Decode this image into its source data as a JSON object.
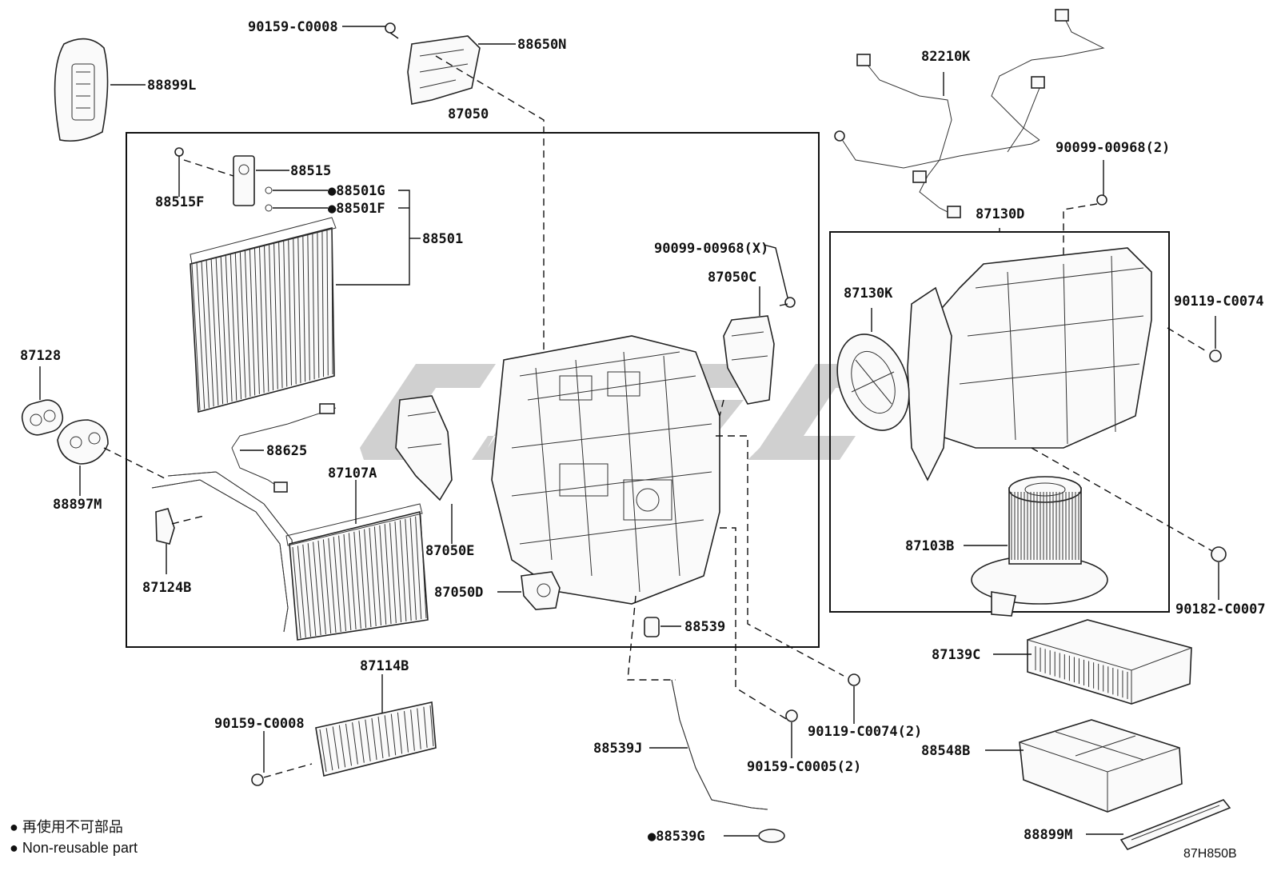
{
  "labels": {
    "p90159_C0008_top": "90159-C0008",
    "p88650N": "88650N",
    "p88899L": "88899L",
    "p87050": "87050",
    "p88515": "88515",
    "p88515F": "88515F",
    "p88501G": "●88501G",
    "p88501F": "●88501F",
    "p88501": "88501",
    "p82210K": "82210K",
    "p90099_00968_2": "90099-00968(2)",
    "p87130D": "87130D",
    "p90099_00968_X": "90099-00968(X)",
    "p87050C": "87050C",
    "p87130K": "87130K",
    "p90119_C0074": "90119-C0074",
    "p87128": "87128",
    "p88625": "88625",
    "p87107A": "87107A",
    "p88897M": "88897M",
    "p87050E": "87050E",
    "p87103B": "87103B",
    "p87124B": "87124B",
    "p87050D": "87050D",
    "p90182_C0007": "90182-C0007",
    "p88539": "88539",
    "p87139C": "87139C",
    "p87114B": "87114B",
    "p90119_C0074_2": "90119-C0074(2)",
    "p90159_C0008_bottom": "90159-C0008",
    "p88539J": "88539J",
    "p90159_C0005_2": "90159-C0005(2)",
    "p88548B": "88548B",
    "p88539G": "●88539G",
    "p88899M": "88899M"
  },
  "legend": {
    "line1": "● 再使用不可部品",
    "line2": "● Non-reusable part"
  },
  "diagram_code": "87H850B",
  "colors": {
    "ink": "#111111",
    "watermark": "#c8c8c8",
    "background": "#ffffff"
  }
}
